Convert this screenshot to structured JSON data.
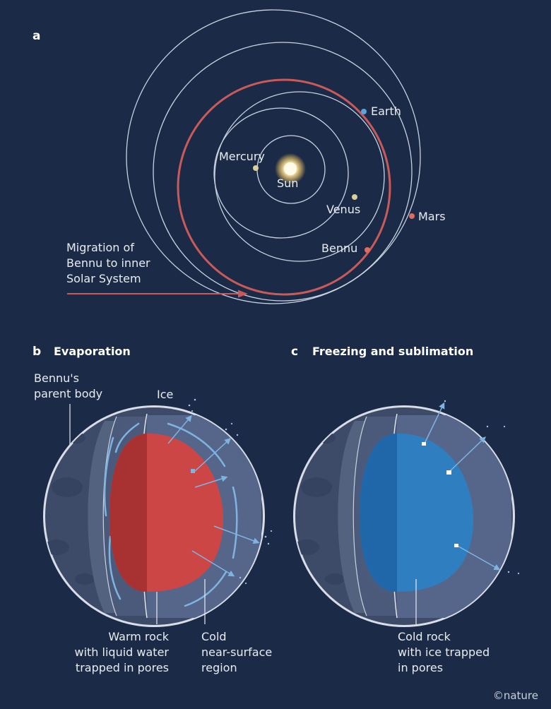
{
  "panel_a": {
    "letter": "a",
    "sun": "Sun",
    "mercury": "Mercury",
    "venus": "Venus",
    "earth": "Earth",
    "mars": "Mars",
    "bennu": "Bennu",
    "migration": [
      "Migration of",
      "Bennu to inner",
      "Solar System"
    ]
  },
  "panel_b": {
    "letter": "b",
    "title": "Evaporation",
    "parent_body": [
      "Bennu's",
      "parent body"
    ],
    "ice": "Ice",
    "warm_rock": [
      "Warm rock",
      "with liquid water",
      "trapped in pores"
    ],
    "cold_region": [
      "Cold",
      "near-surface",
      "region"
    ]
  },
  "panel_c": {
    "letter": "c",
    "title": "Freezing and sublimation",
    "cold_rock": [
      "Cold rock",
      "with ice trapped",
      "in pores"
    ]
  },
  "credit": "©nature",
  "colors": {
    "background": "#1b2a47",
    "orbit": "#c9d2e0",
    "bennu_orbit": "#c95a5a",
    "warm_core": "#cc4646",
    "cold_core": "#2f7fc0",
    "mantle": "#4b5a7a",
    "crust": "#3e4b68"
  },
  "icons": [
    "sun-icon",
    "planet-dot-icon",
    "arrow-icon"
  ]
}
